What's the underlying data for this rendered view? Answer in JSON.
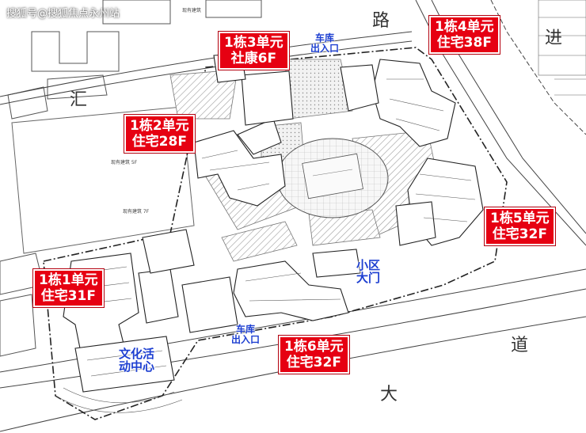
{
  "watermark": "搜狐号@搜狐焦点永州站",
  "roads": {
    "north_char": "路",
    "west_char": "汇",
    "east_char": "进",
    "south_char1": "大",
    "south_char2": "道"
  },
  "buildings": [
    {
      "id": "b1",
      "line1": "1栋1单元",
      "line2": "住宅31F"
    },
    {
      "id": "b2",
      "line1": "1栋2单元",
      "line2": "住宅28F"
    },
    {
      "id": "b3",
      "line1": "1栋3单元",
      "line2": "社康6F"
    },
    {
      "id": "b4",
      "line1": "1栋4单元",
      "line2": "住宅38F"
    },
    {
      "id": "b5",
      "line1": "1栋5单元",
      "line2": "住宅32F"
    },
    {
      "id": "b6",
      "line1": "1栋6单元",
      "line2": "住宅32F"
    }
  ],
  "facilities": {
    "garage_north": {
      "line1": "车库",
      "line2": "出入口"
    },
    "garage_south": {
      "line1": "车库",
      "line2": "出入口"
    },
    "main_gate": {
      "line1": "小区",
      "line2": "大门"
    },
    "activity_center": {
      "line1": "文化活",
      "line2": "动中心"
    }
  },
  "plan_notes": {
    "north_existing": "现有建筑",
    "west_existing": "现有建筑 5F",
    "west_existing2": "现有建筑 7F"
  },
  "colors": {
    "label_red": "#e60012",
    "label_blue": "#1d3fd1",
    "hatch": "#888888",
    "line": "#333333"
  }
}
